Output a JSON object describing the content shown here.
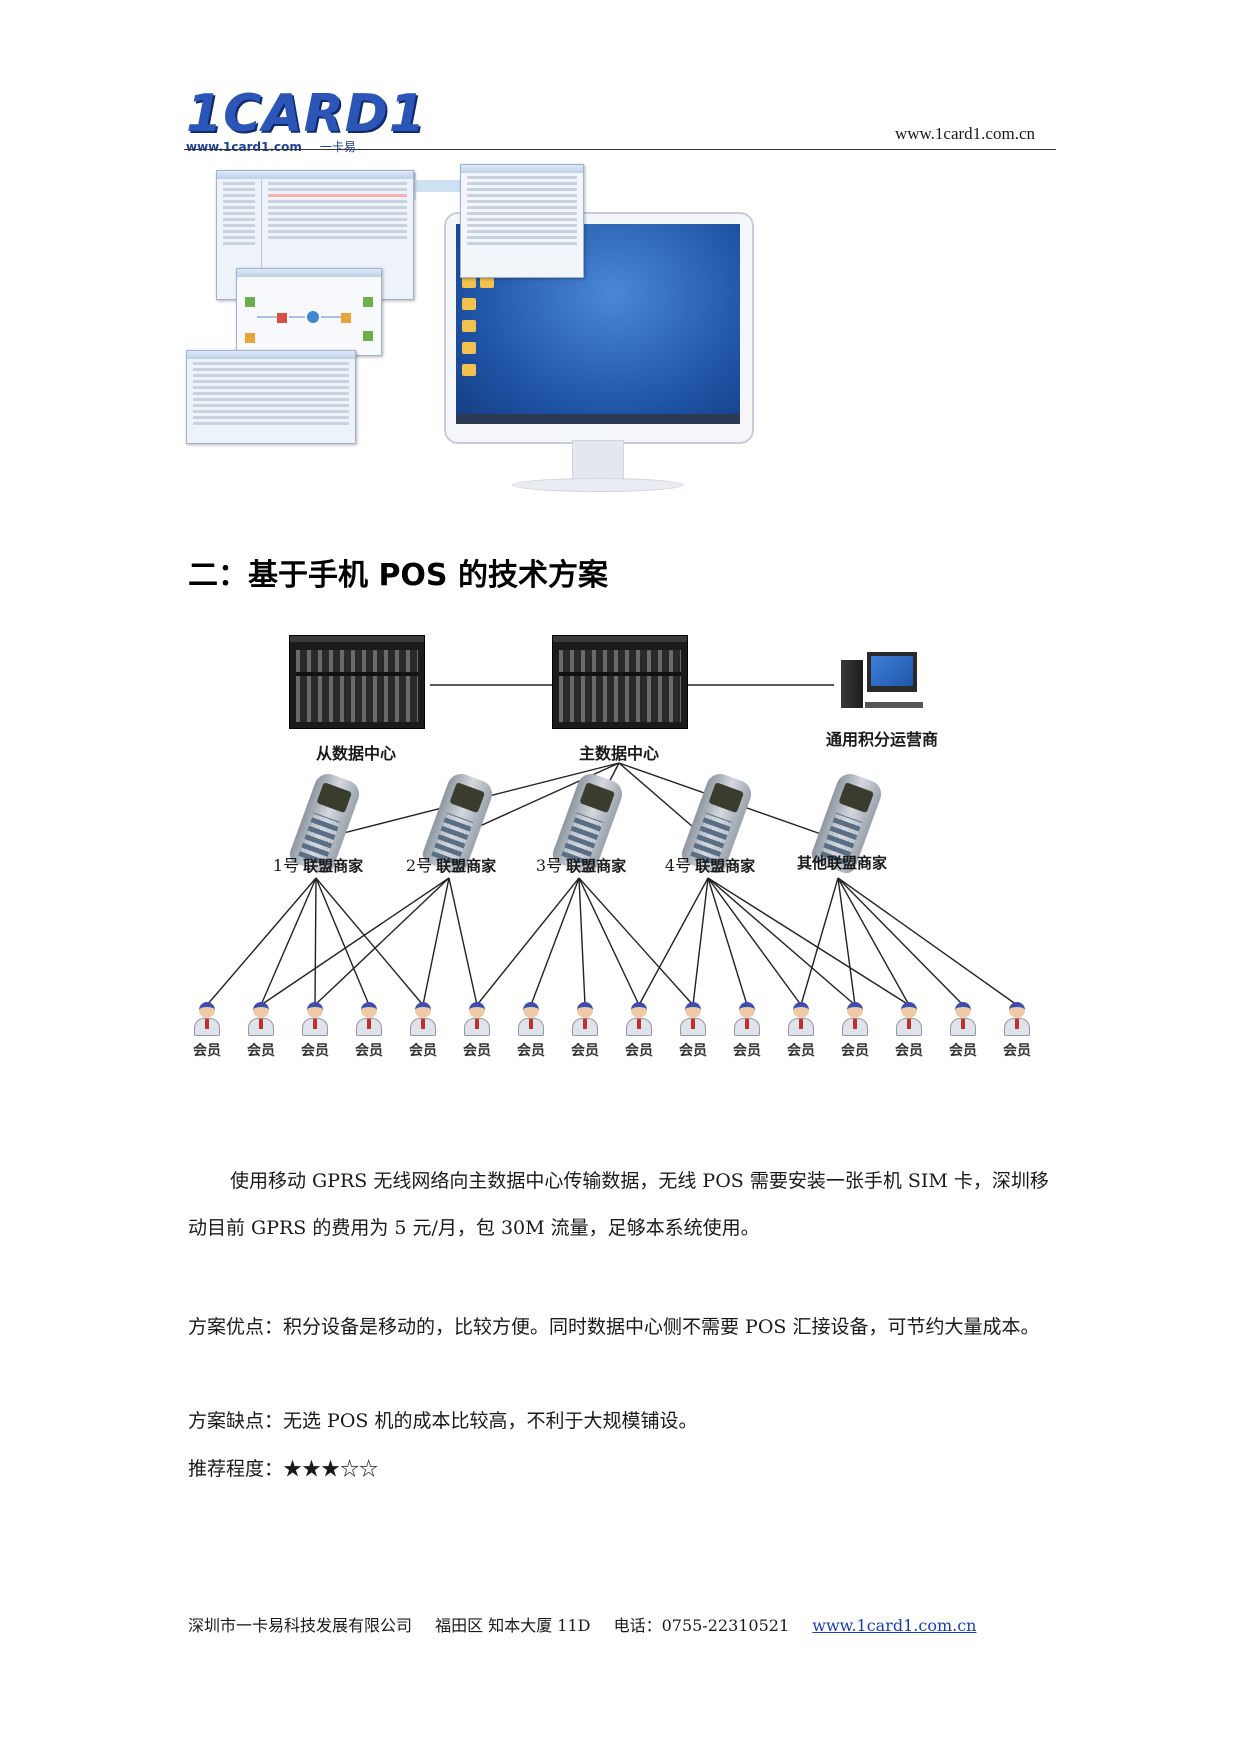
{
  "header": {
    "logo_text": "1CARD1",
    "logo_sub_url": "www.1card1.com",
    "logo_sub_cn": "一卡易",
    "url": "www.1card1.com.cn"
  },
  "section": {
    "heading": "二：基于手机 POS 的技术方案"
  },
  "diagram": {
    "slave_dc": "从数据中心",
    "master_dc": "主数据中心",
    "operator": "通用积分运营商",
    "merchants": [
      {
        "num": "1号",
        "name": "联盟商家"
      },
      {
        "num": "2号",
        "name": "联盟商家"
      },
      {
        "num": "3号",
        "name": "联盟商家"
      },
      {
        "num": "4号",
        "name": "联盟商家"
      },
      {
        "num": "",
        "name": "其他联盟商家"
      }
    ],
    "member_label": "会员",
    "member_count": 16
  },
  "body": {
    "p1": "使用移动 GPRS 无线网络向主数据中心传输数据，无线 POS 需要安装一张手机 SIM 卡，深圳移动目前 GPRS 的费用为 5 元/月，包 30M 流量，足够本系统使用。",
    "p2": "方案优点：积分设备是移动的，比较方便。同时数据中心侧不需要 POS 汇接设备，可节约大量成本。",
    "p3": "方案缺点：无选 POS 机的成本比较高，不利于大规模铺设。",
    "p4_label": "推荐程度：",
    "rating": 3,
    "rating_max": 5
  },
  "footer": {
    "company": "深圳市一卡易科技发展有限公司",
    "address": "福田区 知本大厦 11D",
    "phone": "电话：0755-22310521",
    "url": "www.1card1.com.cn"
  }
}
